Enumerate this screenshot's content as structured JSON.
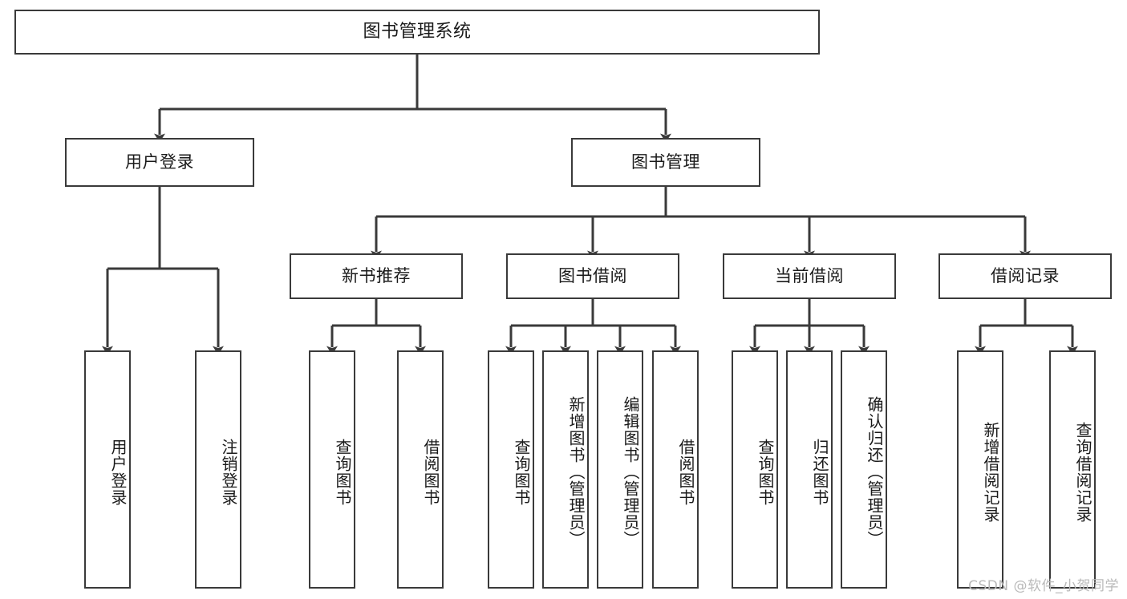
{
  "diagram": {
    "title": "图书管理系统",
    "watermark": "CSDN @软件_小贺同学",
    "colors": {
      "stroke": "#3a3a3a",
      "text": "#1a1a1a",
      "background": "#ffffff",
      "watermark": "#b9b9b9"
    },
    "levels": {
      "root": {
        "label": "图书管理系统"
      },
      "level2": [
        {
          "id": "user-login",
          "label": "用户登录"
        },
        {
          "id": "book-manage",
          "label": "图书管理"
        }
      ],
      "level3": [
        {
          "id": "new-book-recommend",
          "label": "新书推荐"
        },
        {
          "id": "book-borrow",
          "label": "图书借阅"
        },
        {
          "id": "current-borrow",
          "label": "当前借阅"
        },
        {
          "id": "borrow-record",
          "label": "借阅记录"
        }
      ],
      "leaves": [
        {
          "id": "leaf-user-login",
          "label": "用户登录",
          "parent": "user-login"
        },
        {
          "id": "leaf-user-logout",
          "label": "注销登录",
          "parent": "user-login"
        },
        {
          "id": "leaf-query-book-1",
          "label": "查询图书",
          "parent": "new-book-recommend"
        },
        {
          "id": "leaf-borrow-book-1",
          "label": "借阅图书",
          "parent": "new-book-recommend"
        },
        {
          "id": "leaf-query-book-2",
          "label": "查询图书",
          "parent": "book-borrow"
        },
        {
          "id": "leaf-add-book",
          "label": "新增图书（管理员）",
          "parent": "book-borrow"
        },
        {
          "id": "leaf-edit-book",
          "label": "编辑图书（管理员）",
          "parent": "book-borrow"
        },
        {
          "id": "leaf-borrow-book-2",
          "label": "借阅图书",
          "parent": "book-borrow"
        },
        {
          "id": "leaf-query-book-3",
          "label": "查询图书",
          "parent": "current-borrow"
        },
        {
          "id": "leaf-return-book",
          "label": "归还图书",
          "parent": "current-borrow"
        },
        {
          "id": "leaf-confirm-return",
          "label": "确认归还（管理员）",
          "parent": "current-borrow"
        },
        {
          "id": "leaf-add-record",
          "label": "新增借阅记录",
          "parent": "borrow-record"
        },
        {
          "id": "leaf-query-record",
          "label": "查询借阅记录",
          "parent": "borrow-record"
        }
      ]
    }
  }
}
